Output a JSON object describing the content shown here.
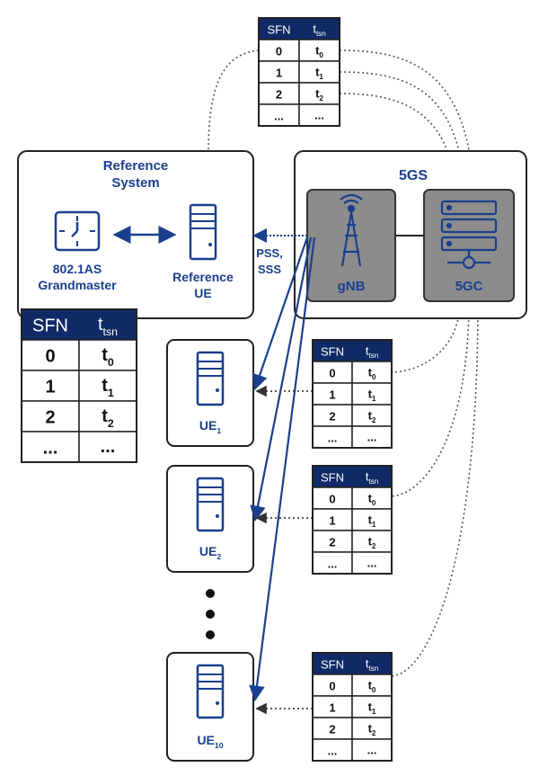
{
  "reference_system": {
    "title_line1": "Reference",
    "title_line2": "System",
    "grandmaster_line1": "802.1AS",
    "grandmaster_line2": "Grandmaster",
    "ref_ue_line1": "Reference",
    "ref_ue_line2": "UE"
  },
  "fivegs": {
    "title": "5GS",
    "gnb_label": "gNB",
    "core_label": "5GC"
  },
  "signal": {
    "line1": "PSS,",
    "line2": "SSS"
  },
  "ues": [
    {
      "base": "UE",
      "sub": "1"
    },
    {
      "base": "UE",
      "sub": "2"
    },
    {
      "base": "UE",
      "sub": "10"
    }
  ],
  "table": {
    "col1": "SFN",
    "col2_base": "t",
    "col2_sub": "tsn",
    "rows": [
      {
        "sfn": "0",
        "t_base": "t",
        "t_sub": "0"
      },
      {
        "sfn": "1",
        "t_base": "t",
        "t_sub": "1"
      },
      {
        "sfn": "2",
        "t_base": "t",
        "t_sub": "2"
      },
      {
        "sfn": "...",
        "t_base": "...",
        "t_sub": ""
      }
    ]
  },
  "colors": {
    "navy": "#1a3f8c",
    "header": "#0f2a66",
    "gray_box": "#8c8c8c",
    "border": "#222222"
  }
}
